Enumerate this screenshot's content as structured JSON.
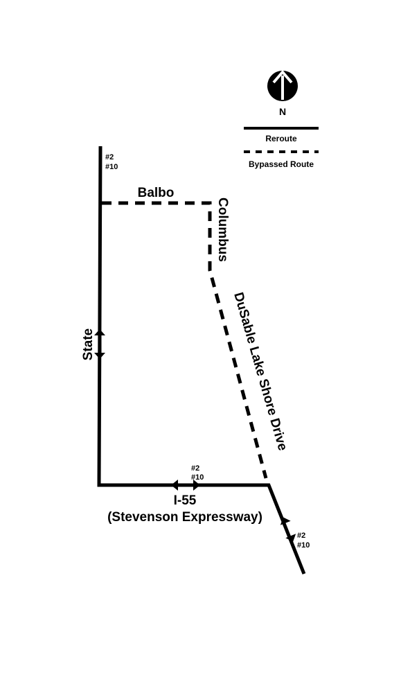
{
  "legend": {
    "north": "N",
    "reroute": "Reroute",
    "bypassed": "Bypassed Route"
  },
  "streets": {
    "balbo": "Balbo",
    "columbus": "Columbus",
    "lake_shore": "DuSable Lake Shore Drive",
    "state": "State",
    "i55": "I-55",
    "i55_sub": "(Stevenson Expressway)"
  },
  "routes": {
    "top": [
      "#2",
      "#10"
    ],
    "i55": [
      "#2",
      "#10"
    ],
    "exit": [
      "#2",
      "#10"
    ]
  },
  "icons": {
    "north_arrow": "north-arrow-icon",
    "direction_arrow": "double-arrow-icon"
  },
  "colors": {
    "line": "#000000",
    "background": "#ffffff"
  }
}
